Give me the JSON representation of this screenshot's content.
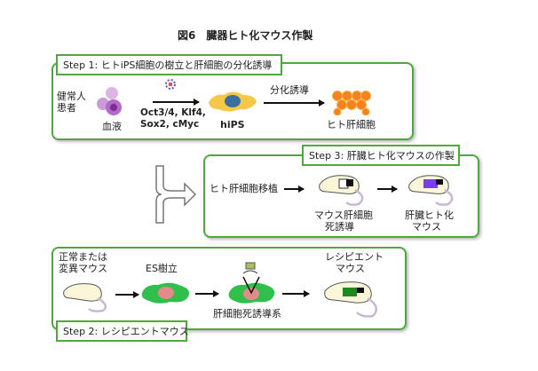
{
  "title": "図6　臓器ヒト化マウス作製",
  "step1": {
    "label": "Step 1: ヒトiPS細胞の樹立と肝細胞の分化誘導",
    "patient": "健常人\n患者",
    "blood": "血液",
    "factors1": "Oct3/4, Klf4,",
    "factors2": "Sox2, cMyc",
    "hips": "hiPS",
    "induction": "分化誘導",
    "hepatocyte": "ヒト肝細胞"
  },
  "step3": {
    "label": "Step 3: 肝臓ヒト化マウスの作製",
    "transplant": "ヒト肝細胞移植",
    "mouse_death1": "マウス肝細胞",
    "mouse_death2": "死誘導",
    "humanized1": "肝臓ヒト化",
    "humanized2": "マウス"
  },
  "step2": {
    "label": "Step 2: レシピエントマウス",
    "normal1": "正常または",
    "normal2": "変異マウス",
    "es": "ES樹立",
    "death_system": "肝細胞死誘導系",
    "recipient1": "レシピエント",
    "recipient2": "マウス"
  },
  "colors": {
    "green": "#4caa3c",
    "liver_human": "#7a3df0",
    "liver_mouse": "#1e8a1e",
    "es_green": "#2fbf4a"
  }
}
